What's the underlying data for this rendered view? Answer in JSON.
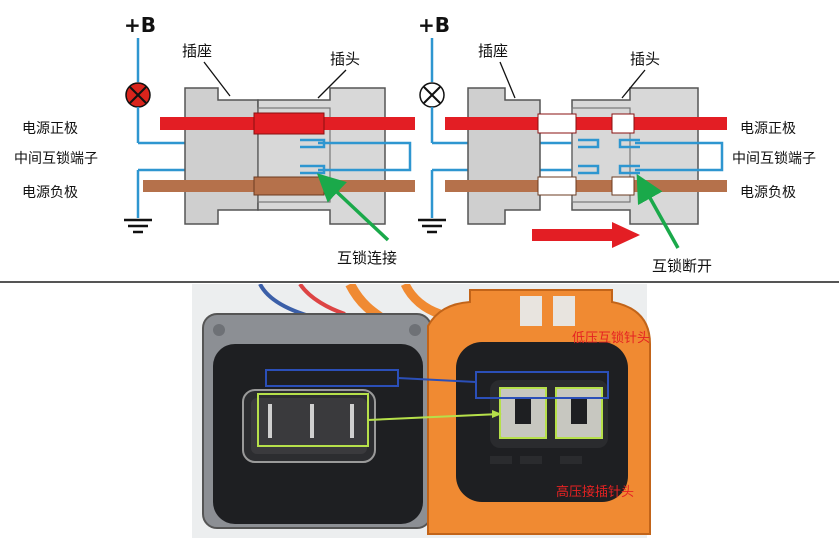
{
  "diagram_left": {
    "supply_label": "+B",
    "socket_label": "插座",
    "plug_label": "插头",
    "power_positive_label": "电源正极",
    "interlock_terminal_label": "中间互锁端子",
    "power_negative_label": "电源负极",
    "interlock_state_label": "互锁连接"
  },
  "diagram_right": {
    "supply_label": "+B",
    "socket_label": "插座",
    "plug_label": "插头",
    "power_positive_label": "电源正极",
    "interlock_terminal_label": "中间互锁端子",
    "power_negative_label": "电源负极",
    "interlock_state_label": "互锁断开"
  },
  "photo": {
    "lv_interlock_pin_label": "低压互锁针头",
    "hv_pin_label": "高压接插针头"
  },
  "colors": {
    "power_positive": "#e31e24",
    "power_negative": "#b5714b",
    "interlock_wire": "#2e96d0",
    "pointer_arrow": "#1aa94a",
    "connector_body": "#cfcfcf",
    "lamp_on": "#d9241c",
    "orange_connector": "#f08a32"
  },
  "icons": {
    "lamp_left": "indicator-lamp-lit-icon",
    "lamp_right": "indicator-lamp-off-icon",
    "ground": "ground-icon",
    "direction_arrow": "right-arrow-icon"
  }
}
